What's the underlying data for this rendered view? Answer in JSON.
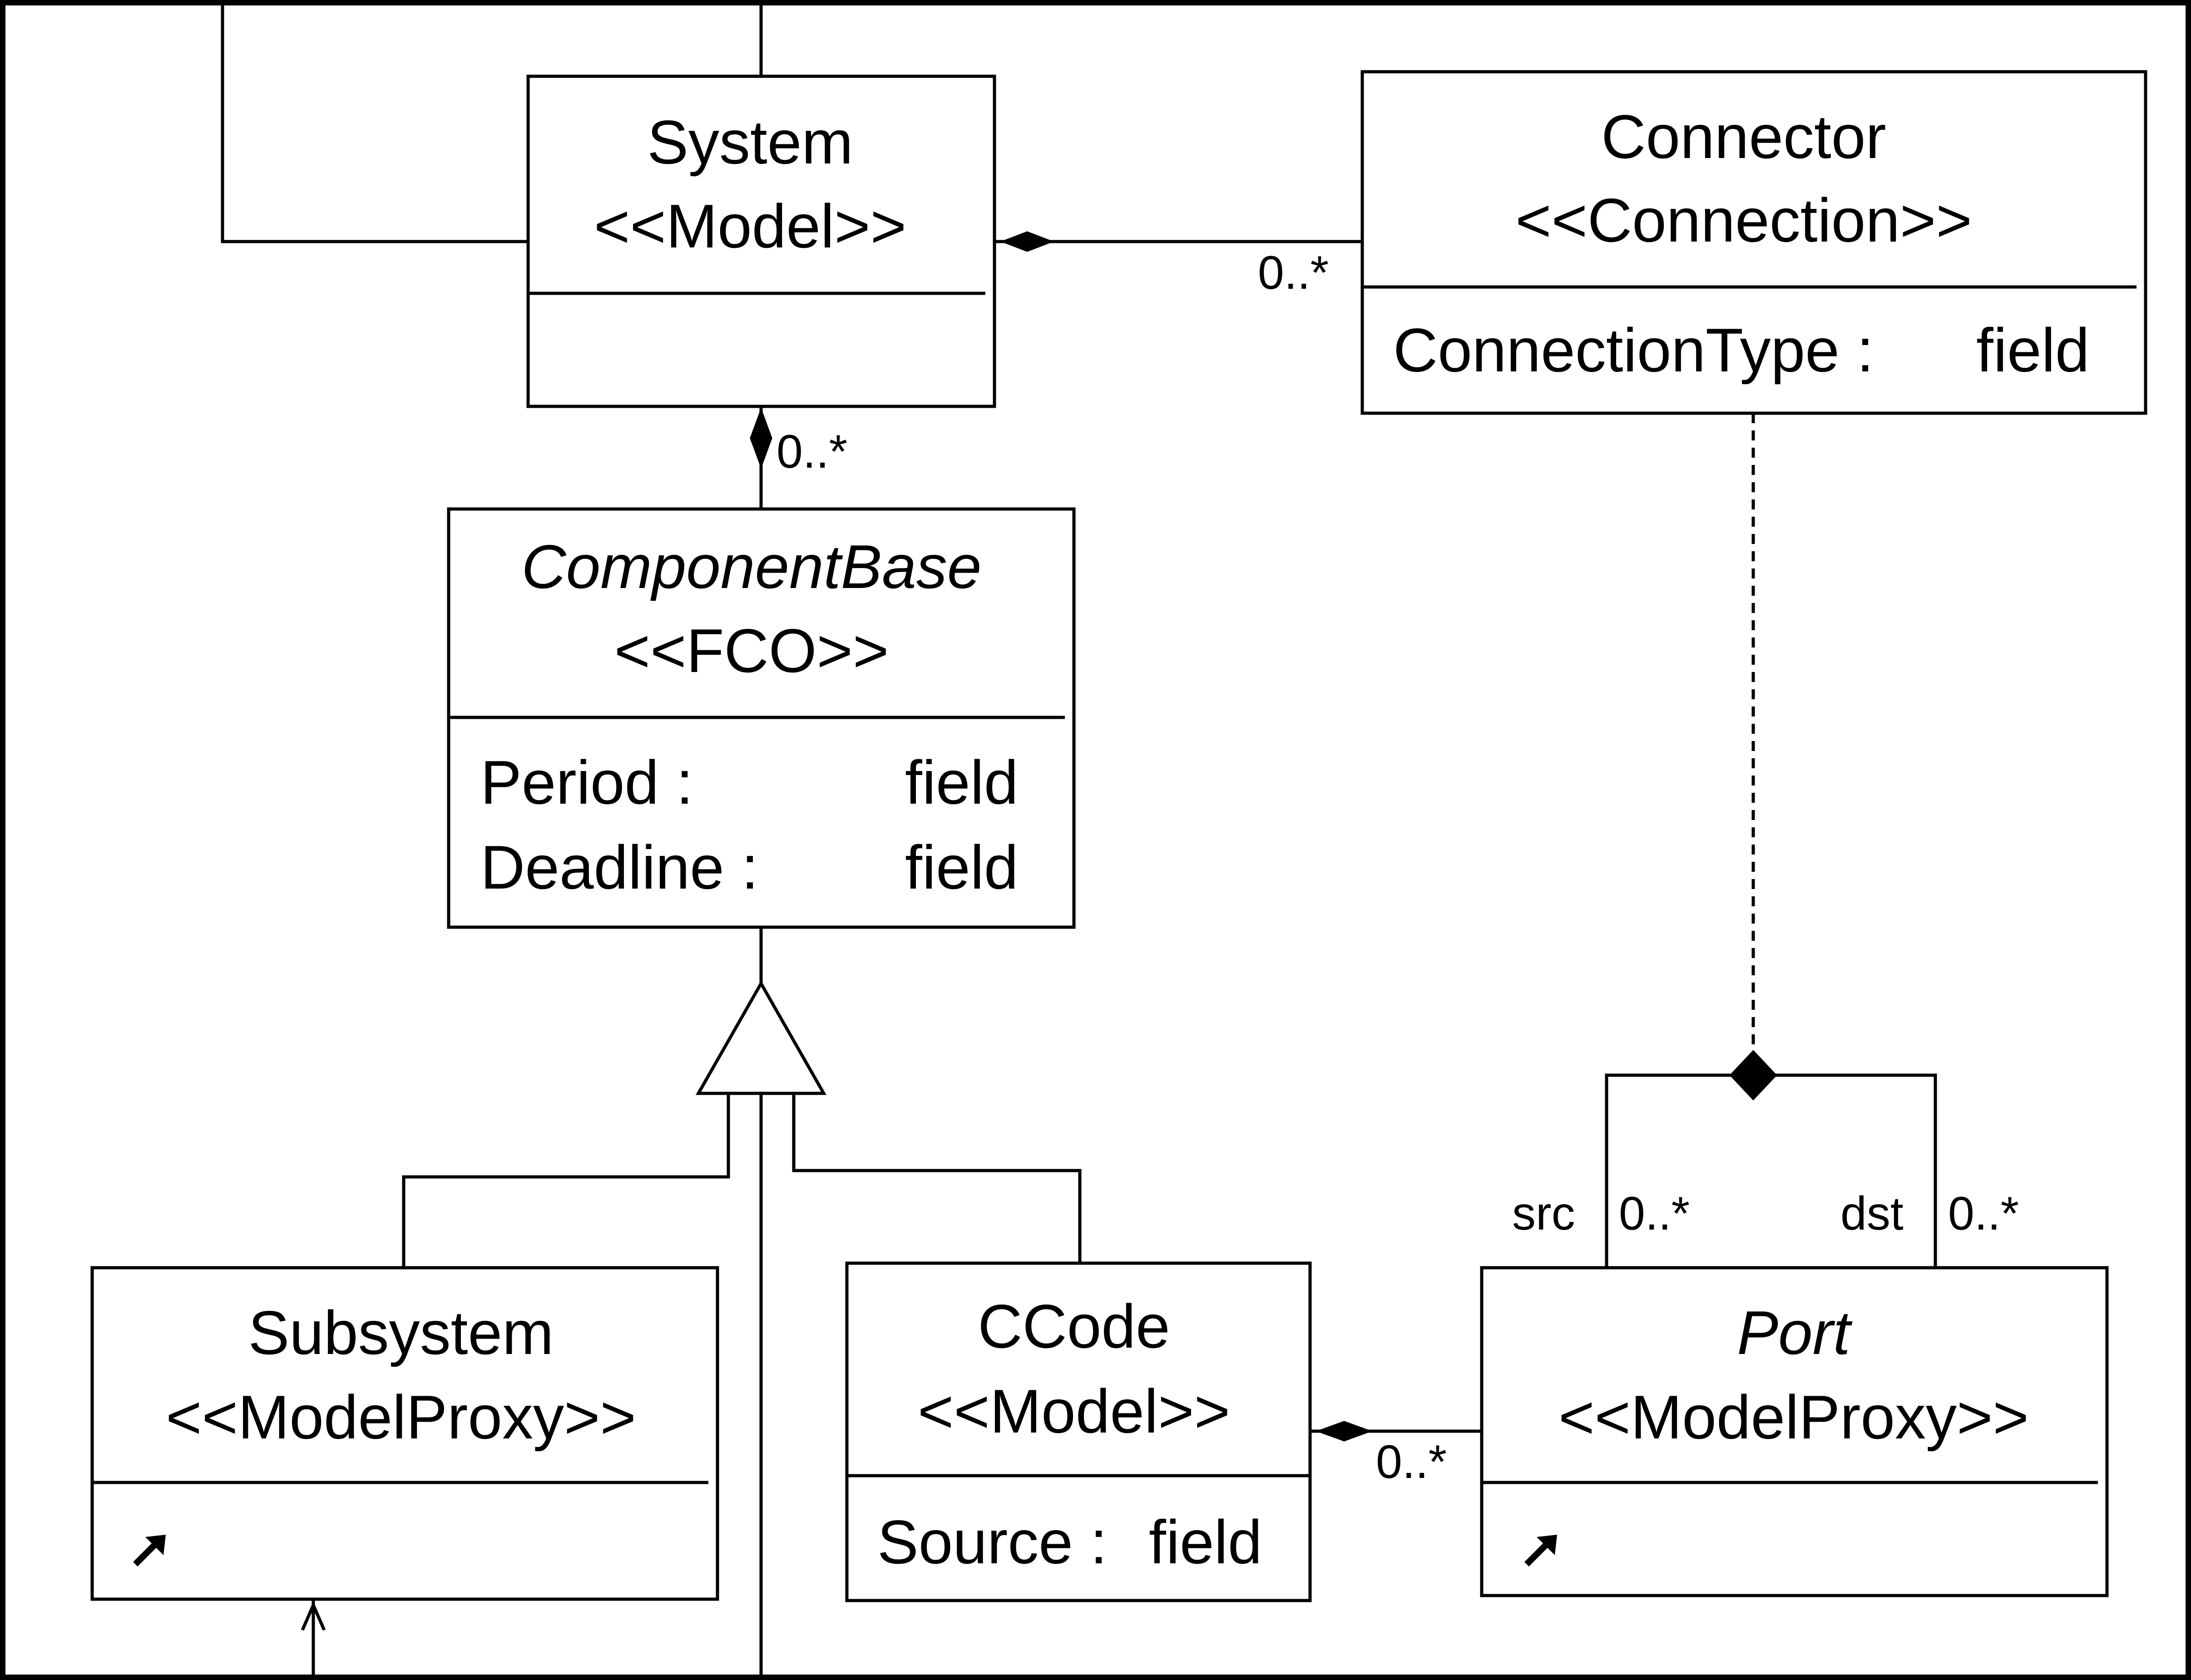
{
  "colors": {
    "background": "#ffffff",
    "line": "#000000",
    "text": "#000000"
  },
  "classes": {
    "system": {
      "name": "System",
      "stereotype": "<<Model>>"
    },
    "connector": {
      "name": "Connector",
      "stereotype": "<<Connection>>",
      "attributes": [
        {
          "name": "ConnectionType :",
          "type": "field"
        }
      ]
    },
    "componentbase": {
      "name": "ComponentBase",
      "stereotype": "<<FCO>>",
      "attributes": [
        {
          "name": "Period :",
          "type": "field"
        },
        {
          "name": "Deadline :",
          "type": "field"
        }
      ]
    },
    "subsystem": {
      "name": "Subsystem",
      "stereotype": "<<ModelProxy>>",
      "proxy_icon": "shortcut-arrow-icon"
    },
    "ccode": {
      "name": "CCode",
      "stereotype": "<<Model>>",
      "attributes": [
        {
          "name": "Source :",
          "type": "field"
        }
      ]
    },
    "port": {
      "name": "Port",
      "stereotype": "<<ModelProxy>>",
      "proxy_icon": "shortcut-arrow-icon"
    }
  },
  "associations": {
    "system_connector": {
      "multiplicity": "0..*"
    },
    "system_componentbase": {
      "multiplicity": "0..*"
    },
    "ccode_port": {
      "multiplicity": "0..*"
    },
    "port_src": {
      "role": "src",
      "multiplicity": "0..*"
    },
    "port_dst": {
      "role": "dst",
      "multiplicity": "0..*"
    }
  }
}
